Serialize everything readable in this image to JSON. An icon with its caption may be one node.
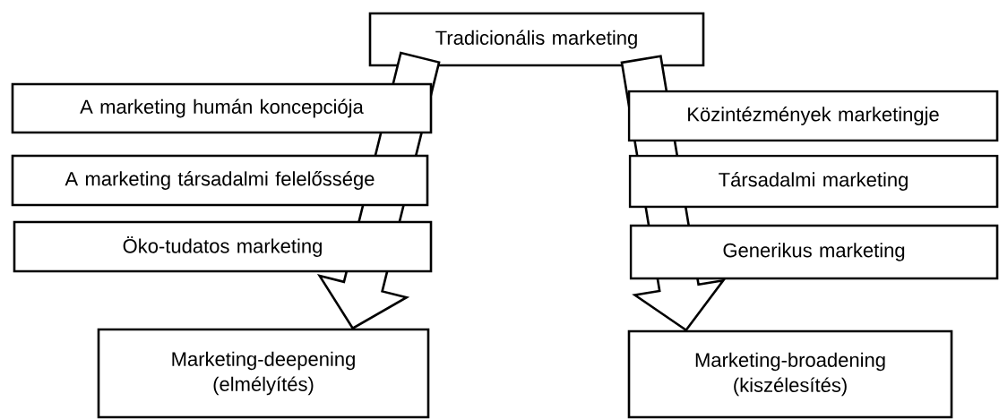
{
  "diagram": {
    "nodes": [
      {
        "text": [
          "Tradicionális marketing"
        ]
      },
      {
        "text": [
          "A marketing humán koncepciója"
        ]
      },
      {
        "text": [
          "A marketing társadalmi felelőssége"
        ]
      },
      {
        "text": [
          "Öko-tudatos marketing"
        ]
      },
      {
        "text": [
          "Marketing-deepening (elmélyítés)"
        ]
      },
      {
        "text": [
          "Közintézmények marketingje"
        ]
      },
      {
        "text": [
          "Társadalmi marketing"
        ]
      },
      {
        "text": [
          "Generikus marketing"
        ]
      },
      {
        "text": [
          "Marketing-broadening (kiszélesítés)"
        ]
      }
    ],
    "edges": [
      {
        "from": 0,
        "to": 4,
        "arrow": "to"
      },
      {
        "from": 0,
        "to": 8,
        "arrow": "to"
      }
    ]
  }
}
